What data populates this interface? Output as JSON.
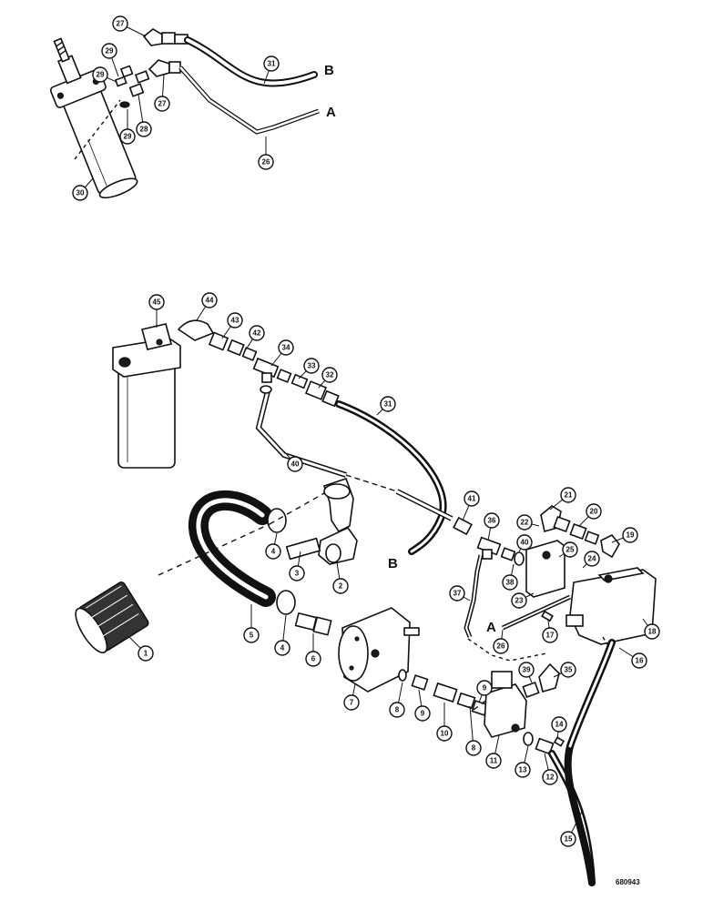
{
  "drawing_code": "680943",
  "connection_letters": [
    "A",
    "B",
    "A",
    "B"
  ],
  "callouts": [
    {
      "key": "c27a",
      "label": "27"
    },
    {
      "key": "c29a",
      "label": "29"
    },
    {
      "key": "c31a",
      "label": "31"
    },
    {
      "key": "c29b",
      "label": "29"
    },
    {
      "key": "c27b",
      "label": "27"
    },
    {
      "key": "c29c",
      "label": "29"
    },
    {
      "key": "c28a",
      "label": "28"
    },
    {
      "key": "c26a",
      "label": "26"
    },
    {
      "key": "c30",
      "label": "30"
    },
    {
      "key": "c45",
      "label": "45"
    },
    {
      "key": "c44",
      "label": "44"
    },
    {
      "key": "c43",
      "label": "43"
    },
    {
      "key": "c42",
      "label": "42"
    },
    {
      "key": "c34",
      "label": "34"
    },
    {
      "key": "c33",
      "label": "33"
    },
    {
      "key": "c32",
      "label": "32"
    },
    {
      "key": "c31b",
      "label": "31"
    },
    {
      "key": "c40",
      "label": "40"
    },
    {
      "key": "c41",
      "label": "41"
    },
    {
      "key": "c36",
      "label": "36"
    },
    {
      "key": "c21",
      "label": "21"
    },
    {
      "key": "c22",
      "label": "22"
    },
    {
      "key": "c20",
      "label": "20"
    },
    {
      "key": "c19",
      "label": "19"
    },
    {
      "key": "c40b",
      "label": "40"
    },
    {
      "key": "c25",
      "label": "25"
    },
    {
      "key": "c24",
      "label": "24"
    },
    {
      "key": "c38",
      "label": "38"
    },
    {
      "key": "c23",
      "label": "23"
    },
    {
      "key": "c37",
      "label": "37"
    },
    {
      "key": "c26b",
      "label": "26"
    },
    {
      "key": "c17",
      "label": "17"
    },
    {
      "key": "c18",
      "label": "18"
    },
    {
      "key": "c16",
      "label": "16"
    },
    {
      "key": "c2",
      "label": "2"
    },
    {
      "key": "c3",
      "label": "3"
    },
    {
      "key": "c4a",
      "label": "4"
    },
    {
      "key": "c5",
      "label": "5"
    },
    {
      "key": "c4b",
      "label": "4"
    },
    {
      "key": "c6",
      "label": "6"
    },
    {
      "key": "c1",
      "label": "1"
    },
    {
      "key": "c7",
      "label": "7"
    },
    {
      "key": "c8a",
      "label": "8"
    },
    {
      "key": "c9a",
      "label": "9"
    },
    {
      "key": "c10",
      "label": "10"
    },
    {
      "key": "c9b",
      "label": "9"
    },
    {
      "key": "c8b",
      "label": "8"
    },
    {
      "key": "c39",
      "label": "39"
    },
    {
      "key": "c35",
      "label": "35"
    },
    {
      "key": "c11",
      "label": "11"
    },
    {
      "key": "c13",
      "label": "13"
    },
    {
      "key": "c12",
      "label": "12"
    },
    {
      "key": "c14",
      "label": "14"
    },
    {
      "key": "c15",
      "label": "15"
    }
  ]
}
